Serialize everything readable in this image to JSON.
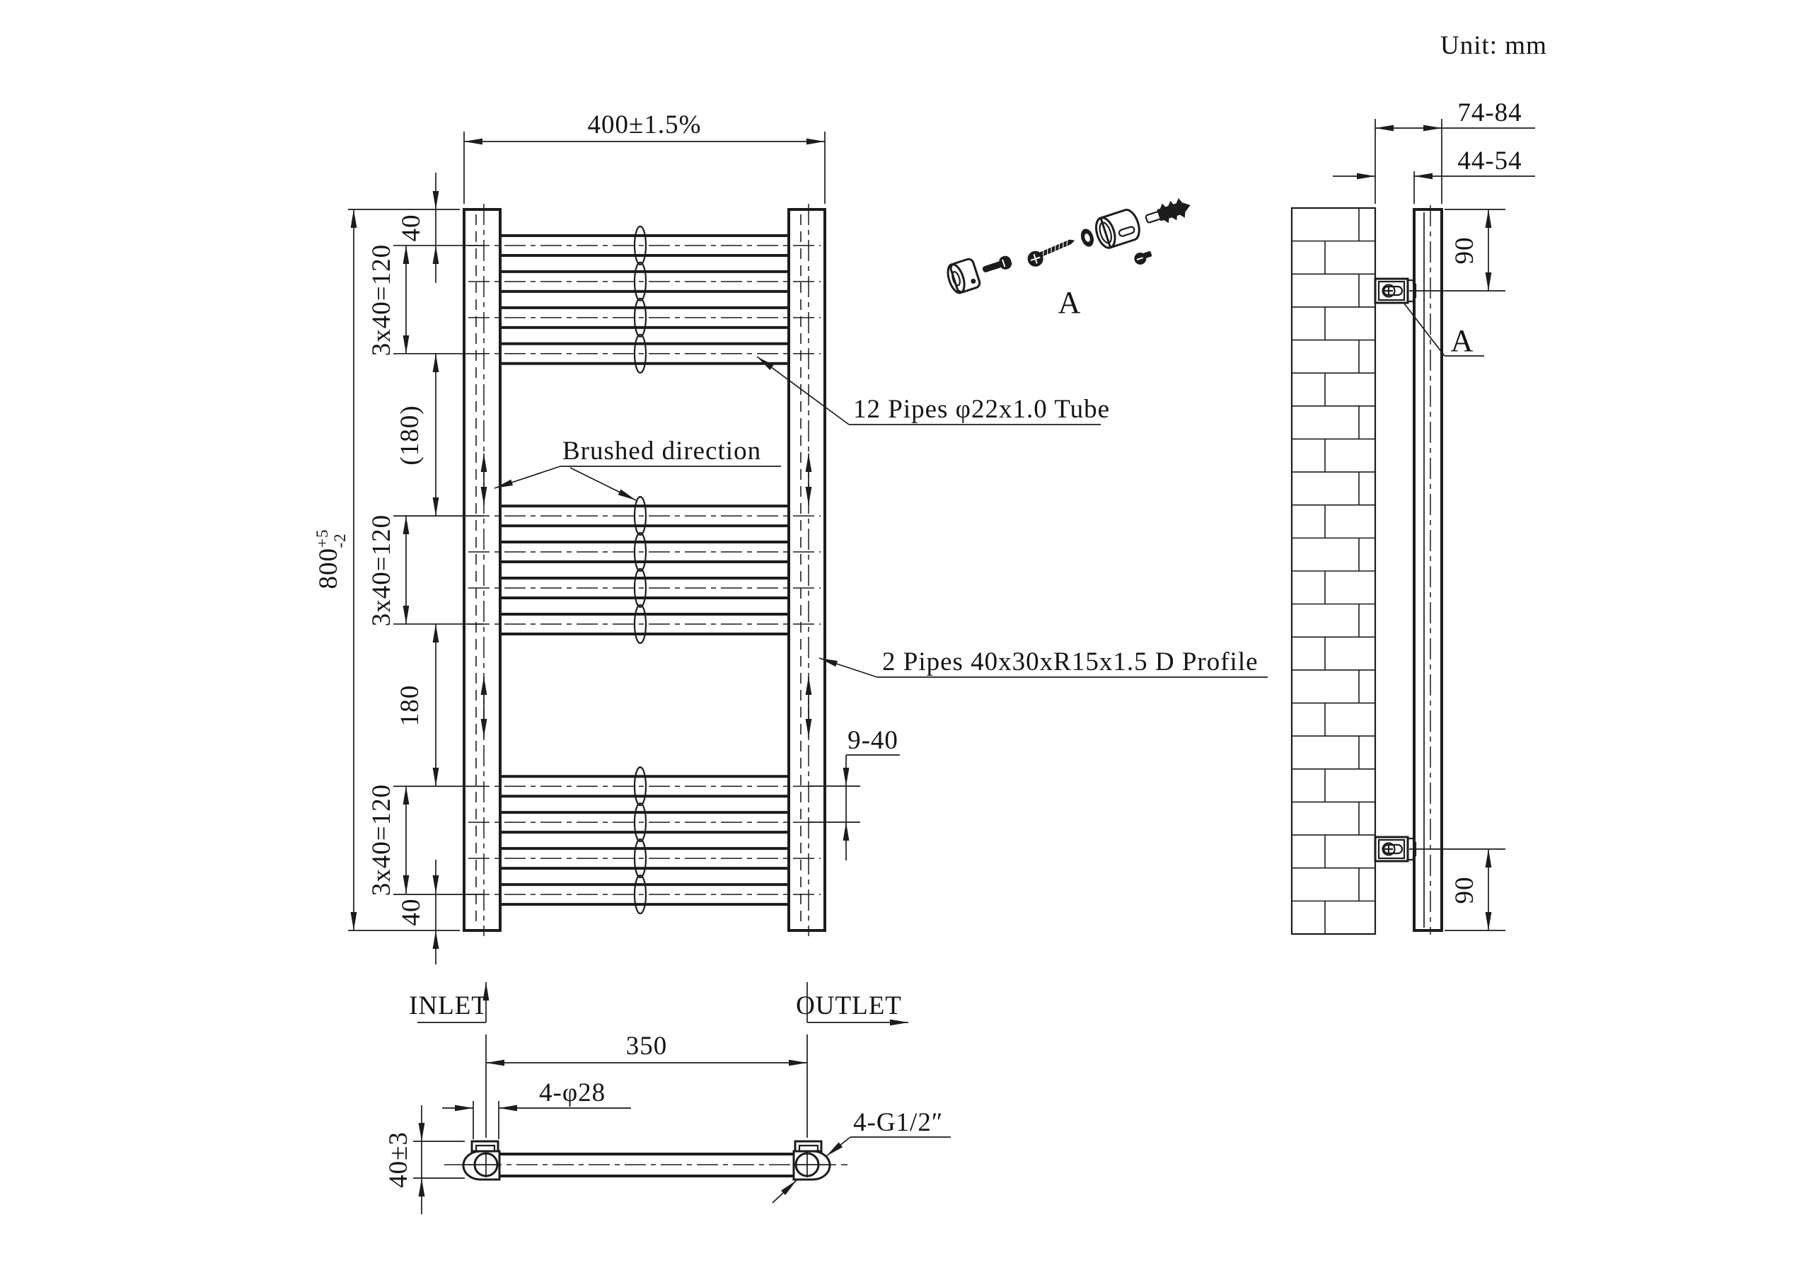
{
  "meta": {
    "unit_label": "Unit: mm"
  },
  "front_view": {
    "width_dim": "400±1.5%",
    "height_dim": {
      "base": "800",
      "tol_plus": "+5",
      "tol_minus": "-2"
    },
    "dims": {
      "top_margin": "40",
      "group1": "3x40=120",
      "gap1": "(180)",
      "group2": "3x40=120",
      "gap2": "180",
      "group3": "3x40=120",
      "bottom_margin": "40",
      "pipe_pitch": "9-40"
    },
    "labels": {
      "brushed": "Brushed direction",
      "pipes": "12 Pipes φ22x1.0 Tube",
      "profile": "2 Pipes 40x30xR15x1.5 D Profile"
    },
    "pipe_rows_mm": [
      40,
      80,
      120,
      160,
      340,
      380,
      420,
      460,
      640,
      680,
      720,
      760
    ]
  },
  "side_view": {
    "dims": {
      "wall_to_front": "74-84",
      "wall_to_back": "44-54",
      "bracket_top": "90",
      "bracket_bottom": "90"
    },
    "detail_ref": "A"
  },
  "assembly": {
    "label": "A"
  },
  "bottom_view": {
    "inlet": "INLET",
    "outlet": "OUTLET",
    "dims": {
      "hole_centers": "350",
      "holes": "4-φ28",
      "height": "40±3",
      "threads": "4-G1/2″"
    }
  }
}
